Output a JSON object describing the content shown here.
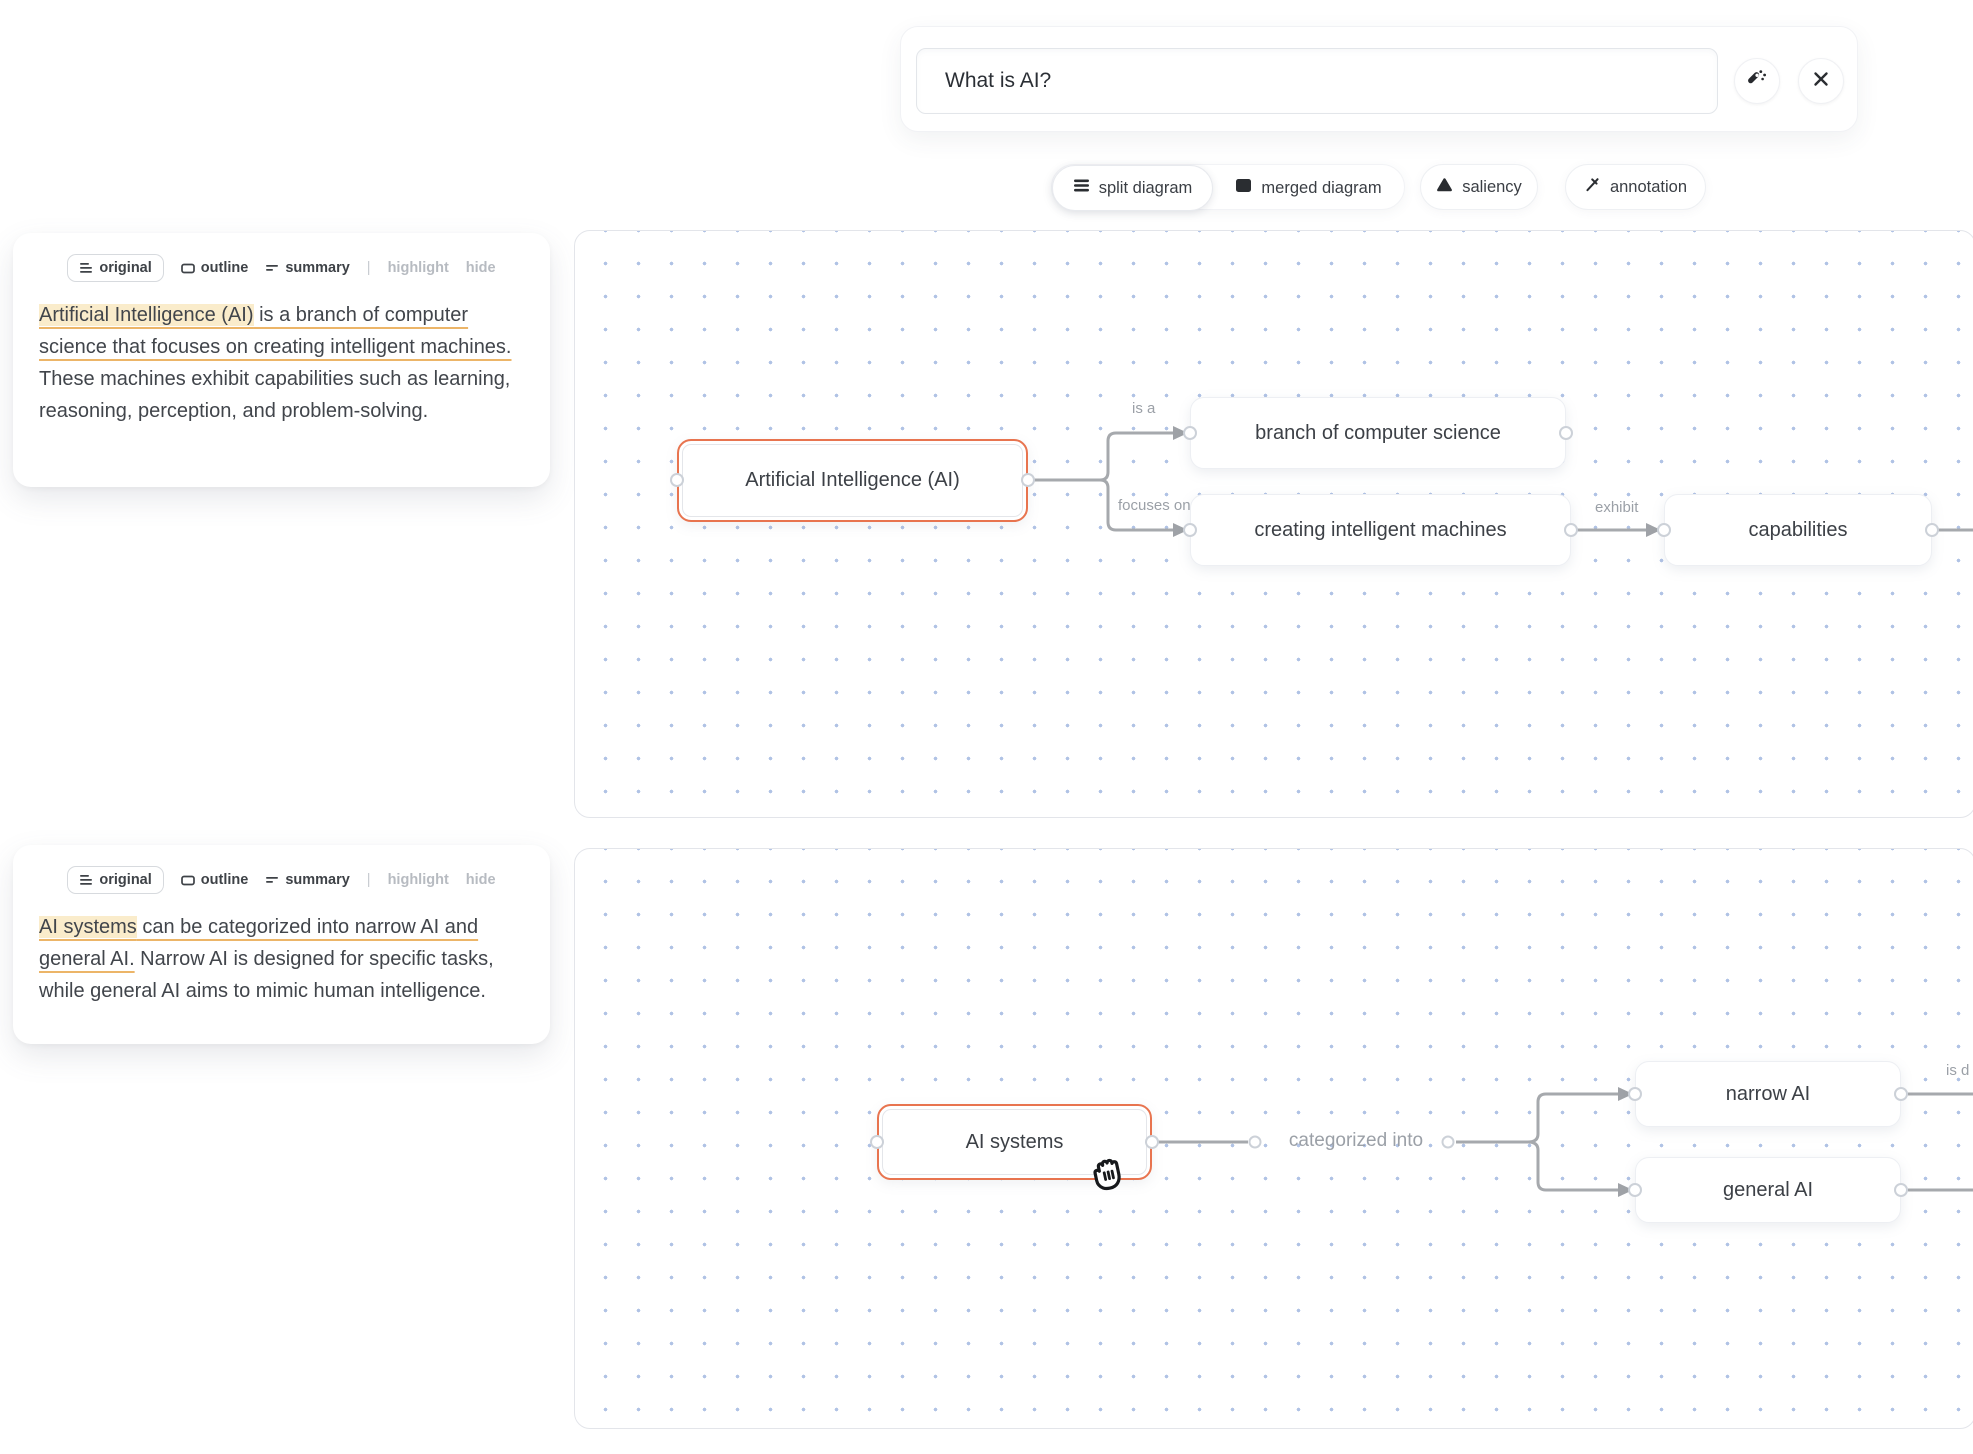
{
  "search": {
    "value": "What is AI?"
  },
  "chips": {
    "split": "split diagram",
    "merged": "merged diagram",
    "saliency": "saliency",
    "annotation": "annotation"
  },
  "panels": [
    {
      "tabs": {
        "original": "original",
        "outline": "outline",
        "summary": "summary",
        "divider": "|",
        "highlight": "highlight",
        "hide": "hide"
      },
      "segments": {
        "highlighted": "Artificial Intelligence (AI)",
        "underlined": " is a branch of computer science that focuses on creating intelligent machines.",
        "plain": " These machines exhibit capabilities such as learning, reasoning, perception, and problem-solving."
      }
    },
    {
      "tabs": {
        "original": "original",
        "outline": "outline",
        "summary": "summary",
        "divider": "|",
        "highlight": "highlight",
        "hide": "hide"
      },
      "segments": {
        "highlighted": "AI systems",
        "underlined": " can be categorized into narrow AI and general AI.",
        "plain": " Narrow AI is designed for specific tasks, while general AI aims to mimic human intelligence."
      }
    }
  ],
  "diagram1": {
    "nodes": {
      "ai": "Artificial Intelligence (AI)",
      "branch": "branch of computer science",
      "creating": "creating intelligent machines",
      "capabilities": "capabilities"
    },
    "labels": {
      "isa": "is a",
      "focuses": "focuses on",
      "exhibit": "exhibit"
    }
  },
  "diagram2": {
    "nodes": {
      "ai_systems": "AI systems",
      "narrow": "narrow AI",
      "general": "general AI"
    },
    "labels": {
      "categorized": "categorized into",
      "partial": "is d"
    }
  },
  "colors": {
    "accent": "#e8744f",
    "highlight_bg": "#faeccb",
    "underline": "#ecb568",
    "edge": "#a6a9ad",
    "edge_label": "#9ba0a7",
    "grid_dot": "#7091d0"
  }
}
